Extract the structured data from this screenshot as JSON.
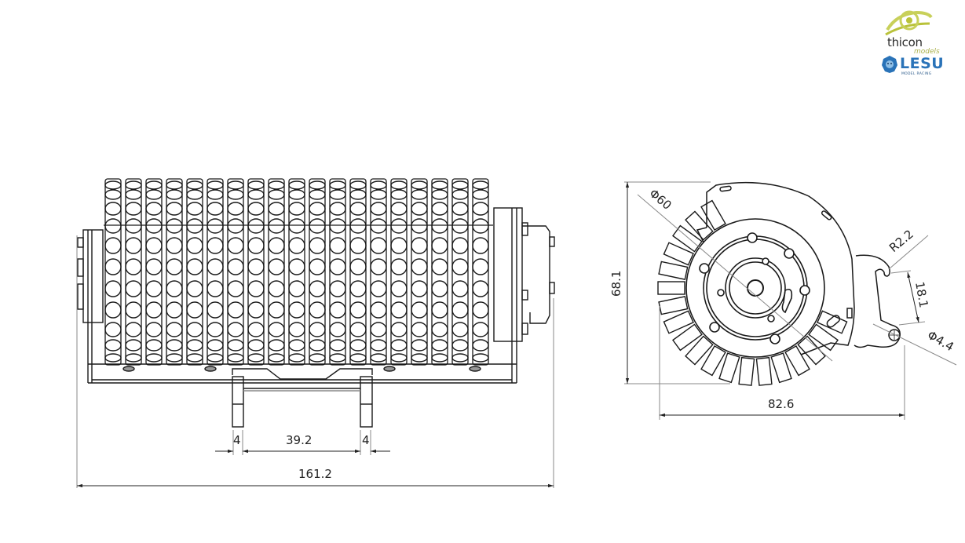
{
  "logos": {
    "brand1": "thicon",
    "brand1_sub": "models",
    "brand2": "LESU",
    "brand2_sub": "MODEL RACING",
    "brand1_color": "#b9c23a",
    "brand2_color": "#2a73b8"
  },
  "side_view": {
    "roller_columns": 19,
    "dimensions": {
      "leg_width_left": "4",
      "leg_spacing": "39.2",
      "leg_width_right": "4",
      "overall_length": "161.2"
    }
  },
  "end_view": {
    "dimensions": {
      "drum_diameter": "Φ60",
      "height": "68.1",
      "width": "82.6",
      "hook_radius": "R2.2",
      "hook_spacing": "18.1",
      "pin_hole_diameter": "Φ4.4"
    }
  },
  "colors": {
    "line": "#1a1a1a",
    "dim_line": "#8a8a8a",
    "background": "#ffffff"
  }
}
